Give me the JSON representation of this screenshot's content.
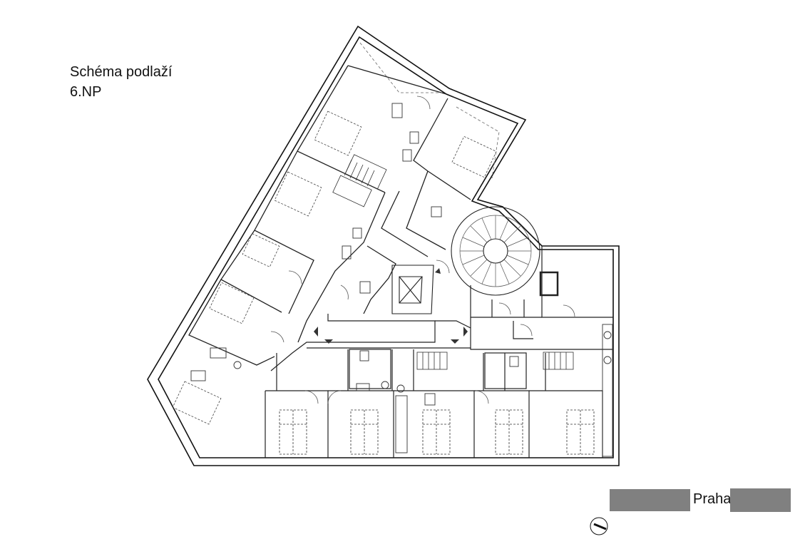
{
  "title": {
    "line1": "Schéma podlaží",
    "line2": "6.NP"
  },
  "legend": {
    "city": "Praha"
  },
  "colors": {
    "wall": "#111111",
    "thin": "#444444",
    "redaction": "#808080",
    "background": "#ffffff"
  },
  "icons": {
    "north_arrow": "north-arrow-icon"
  }
}
